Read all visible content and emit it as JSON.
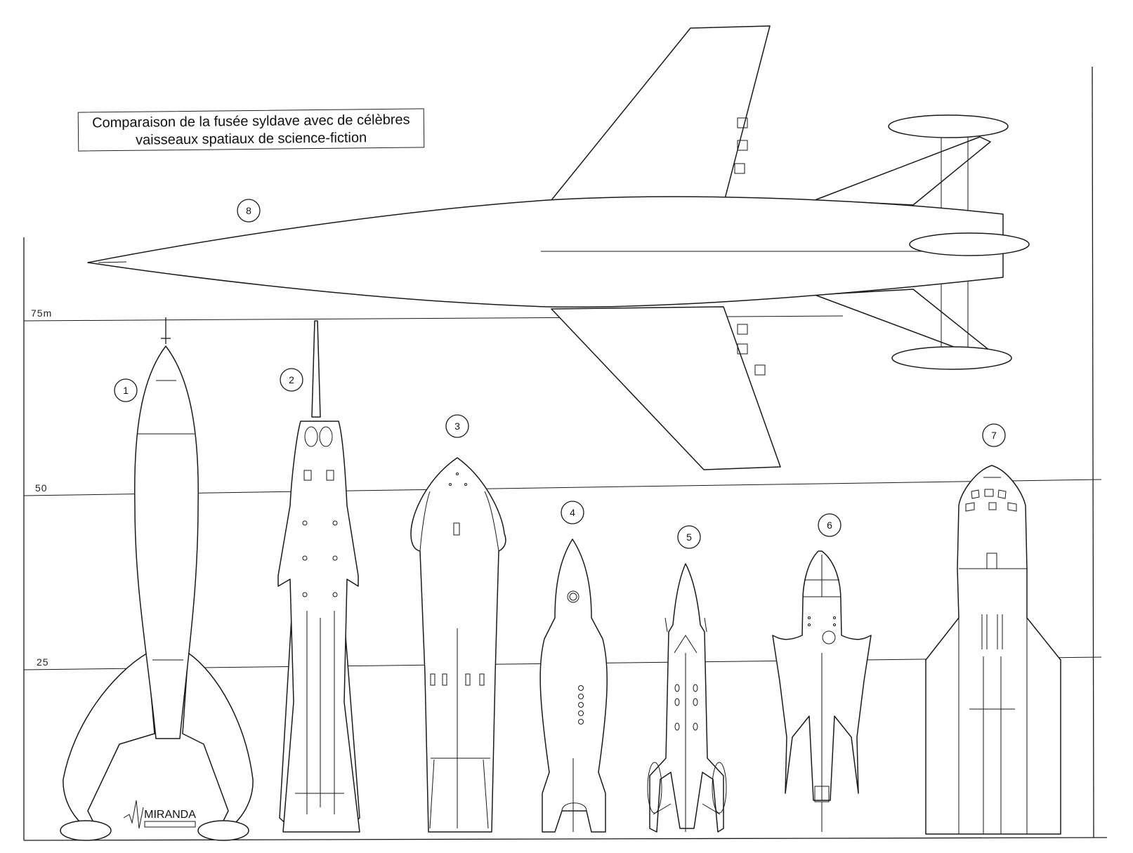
{
  "title": {
    "line1": "Comparaison de la fusée syldave avec de célèbres",
    "line2": "vaisseaux spatiaux de science-fiction"
  },
  "scale": {
    "label_75": "75m",
    "label_50": "50",
    "label_25": "25"
  },
  "ship_numbers": [
    "1",
    "2",
    "3",
    "4",
    "5",
    "6",
    "7",
    "8"
  ],
  "logo_text": "MIRANDA"
}
